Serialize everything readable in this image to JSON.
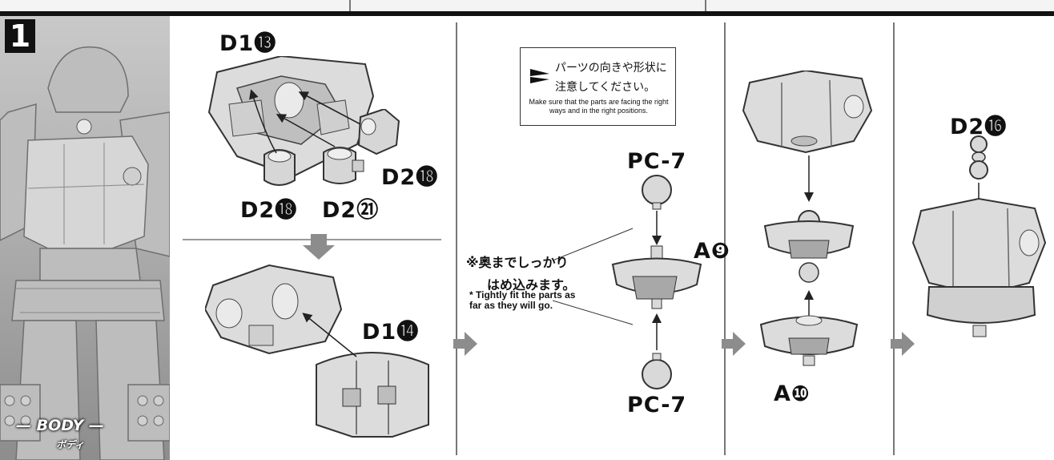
{
  "step": {
    "number": "1"
  },
  "side_panel": {
    "title": "— BODY —",
    "subtitle": "ボディ"
  },
  "note_box": {
    "jp_line1": "パーツの向きや形状に",
    "jp_line2": "注意してください。",
    "en": "Make sure that the parts are facing the right ways and in the right positions."
  },
  "parts": {
    "d1_13": "D1⓭",
    "d2_18_right": "D2⓲",
    "d2_18_left": "D2⓲",
    "d2_21": "D2㉑",
    "d1_14": "D1⓮",
    "pc7_top": "PC-7",
    "pc7_bottom": "PC-7",
    "a9": "A❾",
    "a10": "A❿",
    "d2_16": "D2⓰"
  },
  "caution": {
    "jp_line1": "※奥までしっかり",
    "jp_line2": "はめ込みます。",
    "en": "* Tightly fit the parts as far as they will go."
  },
  "colors": {
    "ink": "#111111",
    "part_fill": "#d9d9d9",
    "part_shadow": "#8a8a8a",
    "arrow": "#8c8c8c"
  }
}
